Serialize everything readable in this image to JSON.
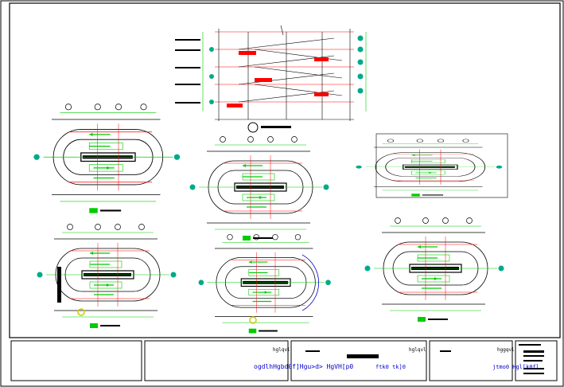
{
  "title_block": {
    "drawing_name": "ogdlhHgbd0f]Hgu>d> HgVH[p0",
    "scale_text": "ftk0 tk]0",
    "sheet_ref": "jtmo0 Hgl[k0fl",
    "labels": [
      "hglqvl",
      "hglqvl",
      "hggqvl"
    ]
  },
  "colors": {
    "line": "#000000",
    "beam": "#ff0000",
    "dimension": "#00cc00",
    "text": "#0000cc",
    "grid_bubble": "#000000",
    "section_marker": "#00aa88",
    "label_tag": "#00cc00"
  }
}
